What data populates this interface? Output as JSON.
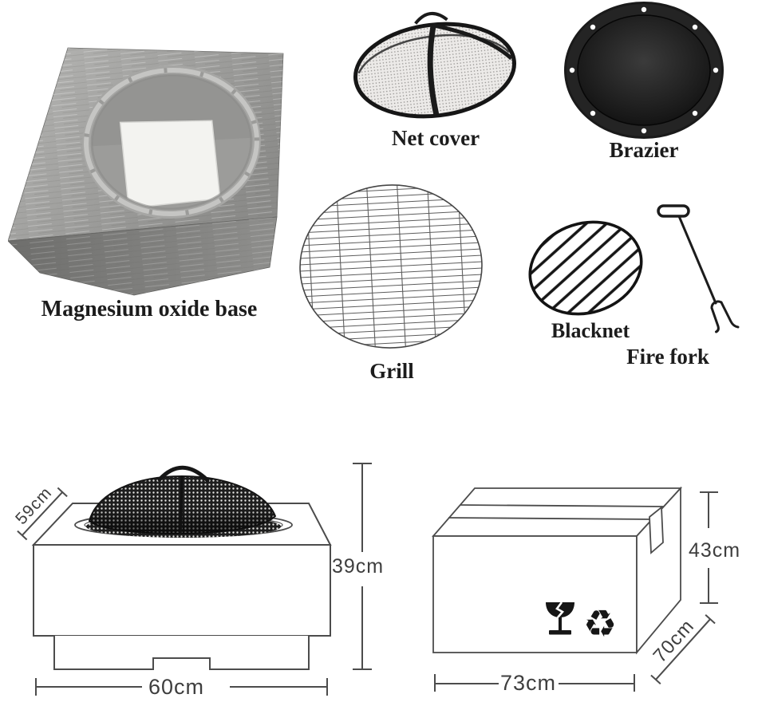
{
  "parts": {
    "magnesium_base": {
      "label": "Magnesium oxide base"
    },
    "net_cover": {
      "label": "Net cover"
    },
    "brazier": {
      "label": "Brazier"
    },
    "grill": {
      "label": "Grill"
    },
    "blacknet": {
      "label": "Blacknet"
    },
    "fire_fork": {
      "label": "Fire fork"
    }
  },
  "fire_pit_diagram": {
    "top_width": "59cm",
    "height": "39cm",
    "base_width": "60cm"
  },
  "box_diagram": {
    "height": "43cm",
    "depth": "70cm",
    "width": "73cm",
    "fragile_icon": "fragile-glass",
    "recycle_icon": "recycle",
    "recycle_glyph": "♻"
  },
  "colors": {
    "label_text": "#1c1c1c",
    "dimension_text": "#3e3e3e",
    "outline": "#4c4c4c"
  }
}
